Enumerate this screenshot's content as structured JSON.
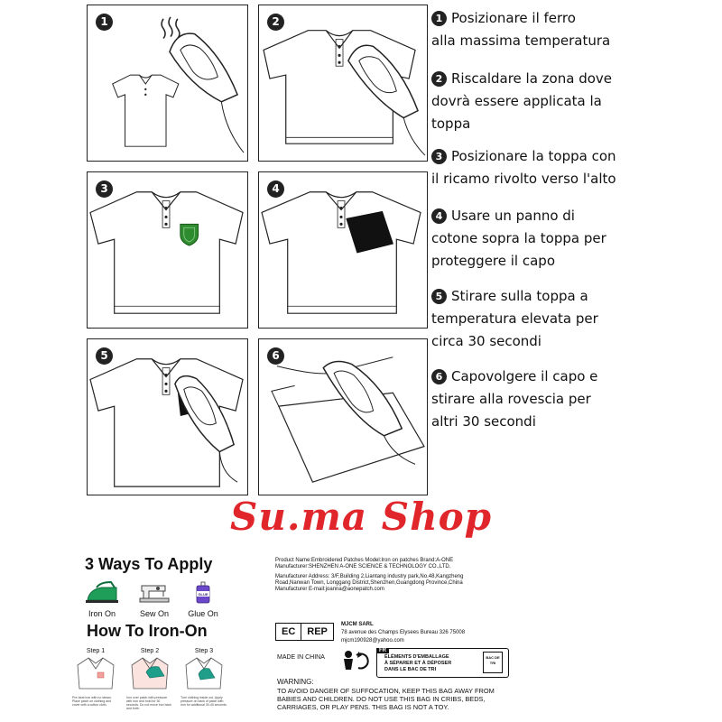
{
  "panels": [
    {
      "num": "1"
    },
    {
      "num": "2"
    },
    {
      "num": "3"
    },
    {
      "num": "4"
    },
    {
      "num": "5"
    },
    {
      "num": "6"
    }
  ],
  "steps": [
    {
      "num": "1",
      "lines": [
        "Posizionare il ferro",
        "alla massima temperatura"
      ]
    },
    {
      "num": "2",
      "lines": [
        "Riscaldare la zona dove",
        "dovrà essere applicata la",
        "toppa"
      ]
    },
    {
      "num": "3",
      "lines": [
        "Posizionare la toppa con",
        "il ricamo rivolto verso l'alto"
      ]
    },
    {
      "num": "4",
      "lines": [
        "Usare un panno di",
        "cotone sopra la toppa per",
        "proteggere il capo"
      ]
    },
    {
      "num": "5",
      "lines": [
        "Stirare sulla toppa a",
        "temperatura elevata per",
        "circa 30 secondi"
      ]
    },
    {
      "num": "6",
      "lines": [
        "Capovolgere il capo e",
        "stirare alla rovescia per",
        "altri 30 secondi"
      ]
    }
  ],
  "shop_name": "Su.ma Shop",
  "apply": {
    "title": "3 Ways To Apply",
    "methods": [
      "Iron On",
      "Sew On",
      "Glue On"
    ],
    "glue_text": "GLUE",
    "howto_title": "How To Iron-On",
    "how_steps": [
      {
        "label": "Step 1",
        "caption": "Pre-heat iron with no steam. Place patch on clothing and cover with a cotton cloth."
      },
      {
        "label": "Step 2",
        "caption": "Iron over patch with pressure with iron and hold for 30 seconds. Do not move iron back and forth."
      },
      {
        "label": "Step 3",
        "caption": "Turn clothing inside out. Apply pressure on back of patch with iron for additional 30-40 seconds."
      }
    ]
  },
  "product_label": {
    "line1": "Product Name:Embroidered Patches  Model:Iron on patches  Brand:A-ONE",
    "line2": "Manufacturer:SHENZHEN A-ONE SCIENCE & TECHNOLOGY CO.,LTD.",
    "line3": "Manufacturer Address: 3/F,Building 2,Liantang industry park,No.48,Kangzheng",
    "line4": "Road,Nanwan Town, Longgang District,Shenzhen,Guangdong Province,China",
    "line5": "Manufacturer E-mail:joanna@aonepatch.com",
    "ec": "EC",
    "rep": "REP",
    "mjcm_name": "MJCM SARL",
    "mjcm_address": "78 avenue des Champs Elysees Bureau 326 75008",
    "mjcm_email": "mjcm190928@yahoo.com",
    "made_in": "MADE IN CHINA",
    "fr_tag": "FR",
    "fr_text1": "ÉLÉMENTS D'EMBALLAGE",
    "fr_text2": "À SÉPARER ET À DÉPOSER",
    "fr_text3": "DANS LE BAC DE TRI",
    "bin_text": "BAC DE TRI",
    "warning_title": "WARNING:",
    "warning_text": "TO AVOID DANGER OF SUFFOCATION, KEEP THIS BAG AWAY FROM BABIES AND CHILDREN. DO NOT USE THIS BAG IN CRIBS, BEDS, CARRIAGES, OR PLAY PENS. THIS BAG IS NOT A TOY."
  },
  "colors": {
    "shop": "#e0262b",
    "patch_green": "#2e8b2e",
    "iron_green": "#1f9e5a"
  }
}
